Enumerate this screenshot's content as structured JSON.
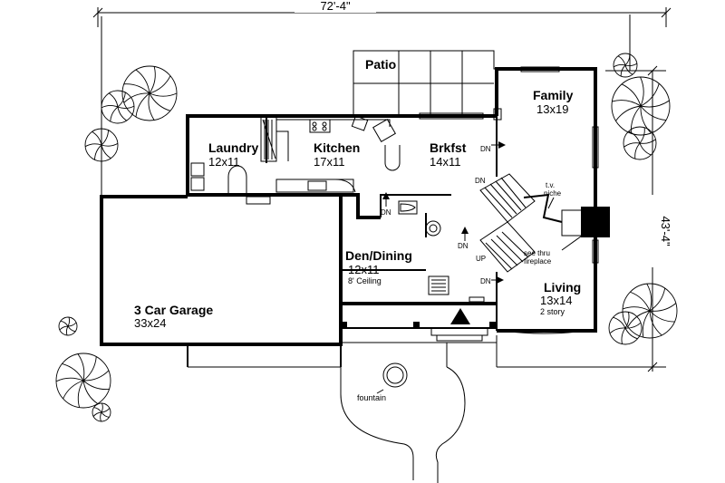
{
  "dimensions": {
    "width": "72'-4\"",
    "depth": "43'-4\""
  },
  "rooms": {
    "patio": {
      "name": "Patio"
    },
    "family": {
      "name": "Family",
      "size": "13x19"
    },
    "laundry": {
      "name": "Laundry",
      "size": "12x11"
    },
    "kitchen": {
      "name": "Kitchen",
      "size": "17x11"
    },
    "brkfst": {
      "name": "Brkfst",
      "size": "14x11"
    },
    "den_dining": {
      "name": "Den/Dining",
      "size": "12x11",
      "note": "8' Ceiling"
    },
    "garage": {
      "name": "3 Car Garage",
      "size": "33x24"
    },
    "living": {
      "name": "Living",
      "size": "13x14",
      "note": "2 story"
    }
  },
  "annotations": {
    "tv_niche": [
      "t.v.",
      "niche"
    ],
    "see_thru_fireplace": [
      "see thru",
      "fireplace"
    ],
    "fountain": "fountain"
  },
  "stairs": {
    "dn": "DN",
    "up": "UP"
  },
  "colors": {
    "line": "#000000",
    "background": "#ffffff"
  }
}
